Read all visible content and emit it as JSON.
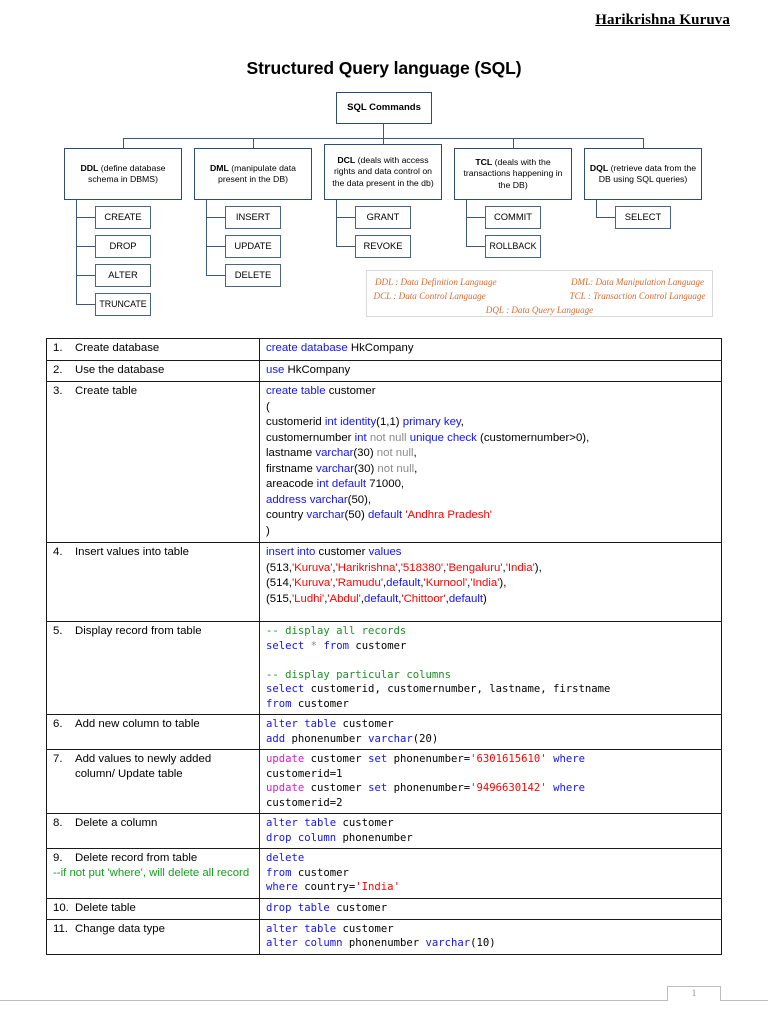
{
  "header": {
    "author": "Harikrishna Kuruva",
    "title": "Structured Query language (SQL)"
  },
  "diagram": {
    "root": "SQL Commands",
    "categories": [
      {
        "abbr": "DDL",
        "desc": " (define database schema in DBMS)",
        "children": [
          "CREATE",
          "DROP",
          "ALTER",
          "TRUNCATE"
        ]
      },
      {
        "abbr": "DML",
        "desc": " (manipulate data present in the DB)",
        "children": [
          "INSERT",
          "UPDATE",
          "DELETE"
        ]
      },
      {
        "abbr": "DCL",
        "desc": " (deals with access rights and data control on the data present in the db)",
        "children": [
          "GRANT",
          "REVOKE"
        ]
      },
      {
        "abbr": "TCL",
        "desc": " (deals with the transactions happening in the DB)",
        "children": [
          "COMMIT",
          "ROLLBACK"
        ]
      },
      {
        "abbr": "DQL",
        "desc": " (retrieve data from the DB using SQL queries)",
        "children": [
          "SELECT"
        ]
      }
    ],
    "legend": {
      "line1_left": "DDL : Data Definition Language",
      "line1_right": "DML: Data Manipulation Language",
      "line2_left": "DCL : Data Control Language",
      "line2_right": "TCL : Transaction Control Language",
      "line3": "DQL : Data Query Language"
    },
    "color_box_border": "#2d4d72",
    "color_legend_text": "#e06a2b"
  },
  "table": {
    "rows": [
      {
        "num": "1.",
        "desc": "Create database",
        "note": ""
      },
      {
        "num": "2.",
        "desc": "Use the database",
        "note": ""
      },
      {
        "num": "3.",
        "desc": "Create table",
        "note": ""
      },
      {
        "num": "4.",
        "desc": "Insert values into table",
        "note": ""
      },
      {
        "num": "5.",
        "desc": "Display record from table",
        "note": ""
      },
      {
        "num": "6.",
        "desc": "Add new column to table",
        "note": ""
      },
      {
        "num": "7.",
        "desc": "Add values to newly added column/ Update table",
        "note": ""
      },
      {
        "num": "8.",
        "desc": "Delete a column",
        "note": ""
      },
      {
        "num": "9.",
        "desc": "Delete record from table",
        "note": "--if not put 'where', will delete all record"
      },
      {
        "num": "10.",
        "desc": "Delete table",
        "note": ""
      },
      {
        "num": "11.",
        "desc": "Change data type",
        "note": ""
      }
    ],
    "code_plain": {
      "r1": "create database HkCompany",
      "r2": "use HkCompany",
      "r3": "create table customer\n(\ncustomerid int identity(1,1) primary key,\ncustomernumber int not null unique check (customernumber>0),\nlastname varchar(30) not null,\nfirstname varchar(30) not null,\nareacode int default 71000,\naddress varchar(50),\ncountry varchar(50) default 'Andhra Pradesh'\n)",
      "r4": "insert into customer values\n(513,'Kuruva','Harikrishna','518380','Bengaluru','India'),\n(514,'Kuruva','Ramudu',default,'Kurnool','India'),\n(515,'Ludhi','Abdul',default,'Chittoor',default)",
      "r5": "-- display all records\nselect * from customer\n\n-- display particular columns\nselect customerid, customernumber, lastname, firstname\nfrom customer",
      "r6": "alter table customer\nadd phonenumber varchar(20)",
      "r7": "update customer set phonenumber='6301615610' where customerid=1\nupdate customer set phonenumber='9496630142' where customerid=2",
      "r8": "alter table customer\ndrop column phonenumber",
      "r9": "delete\nfrom customer\nwhere country='India'",
      "r10": "drop table customer",
      "r11": "alter table customer\nalter column phonenumber varchar(10)"
    },
    "syntax_colors": {
      "keyword": "#1414f0",
      "update_keyword": "#d619d6",
      "string": "#ff0000",
      "comment": "#1a9022",
      "dim": "#8a8a8a"
    }
  },
  "footer": {
    "page_number": "1"
  }
}
